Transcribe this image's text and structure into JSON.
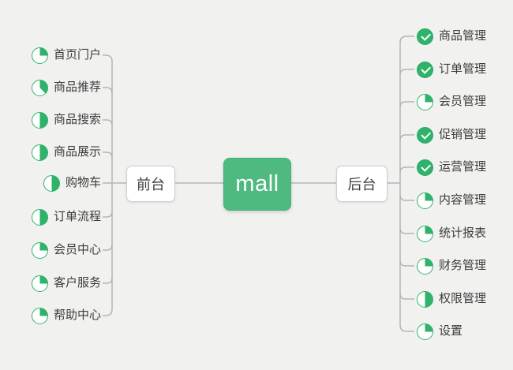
{
  "root": {
    "label": "mall"
  },
  "branches": {
    "front": {
      "label": "前台",
      "items": [
        {
          "label": "首页门户",
          "progress": 25
        },
        {
          "label": "商品推荐",
          "progress": 37.5
        },
        {
          "label": "商品搜索",
          "progress": 50
        },
        {
          "label": "商品展示",
          "progress": 50
        },
        {
          "label": "购物车",
          "progress": 50
        },
        {
          "label": "订单流程",
          "progress": 50
        },
        {
          "label": "会员中心",
          "progress": 25
        },
        {
          "label": "客户服务",
          "progress": 25
        },
        {
          "label": "帮助中心",
          "progress": 25
        }
      ]
    },
    "back": {
      "label": "后台",
      "items": [
        {
          "label": "商品管理",
          "progress": "done"
        },
        {
          "label": "订单管理",
          "progress": "done"
        },
        {
          "label": "会员管理",
          "progress": 25
        },
        {
          "label": "促销管理",
          "progress": "done"
        },
        {
          "label": "运营管理",
          "progress": "done"
        },
        {
          "label": "内容管理",
          "progress": 25
        },
        {
          "label": "统计报表",
          "progress": 25
        },
        {
          "label": "财务管理",
          "progress": 25
        },
        {
          "label": "权限管理",
          "progress": 50
        },
        {
          "label": "设置",
          "progress": 25
        }
      ]
    }
  },
  "colors": {
    "accent_green": "#2fb269",
    "root_green": "#4fba80",
    "line": "#b4b4b4",
    "background": "#f1f2f0"
  }
}
